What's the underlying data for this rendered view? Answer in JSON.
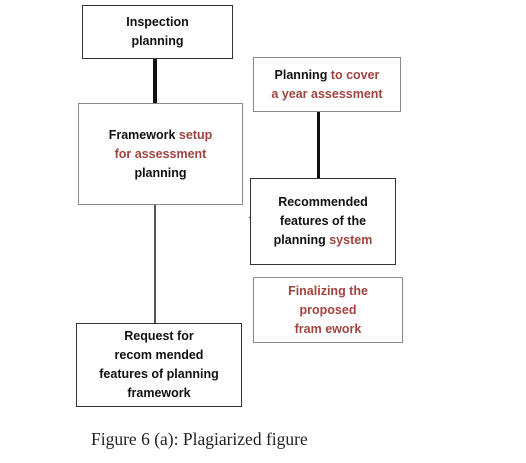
{
  "diagram": {
    "boxes": {
      "inspection_planning": {
        "line1": "Inspection",
        "line2": "planning"
      },
      "framework_setup": {
        "line1_black": "Framework ",
        "line1_red": "setup",
        "line2_red": "for assessment",
        "line3": "planning"
      },
      "request_features": {
        "line1": "Request for",
        "line2": "recom mended",
        "line3": "features of planning",
        "line4": "framework"
      },
      "planning_cover": {
        "line1_black": "Planning ",
        "line1_red": "to cover",
        "line2_red": "a year assessment"
      },
      "recommended_features": {
        "line1": "Recommended",
        "line2": "features of the",
        "line3_black": "planning ",
        "line3_red": "system"
      },
      "finalizing": {
        "line1": "Finalizing the",
        "line2": "proposed",
        "line3": "fram ework"
      }
    },
    "colors": {
      "highlight_red": "#a0443f",
      "text": "#111111"
    }
  },
  "caption": "Figure 6 (a): Plagiarized figure"
}
